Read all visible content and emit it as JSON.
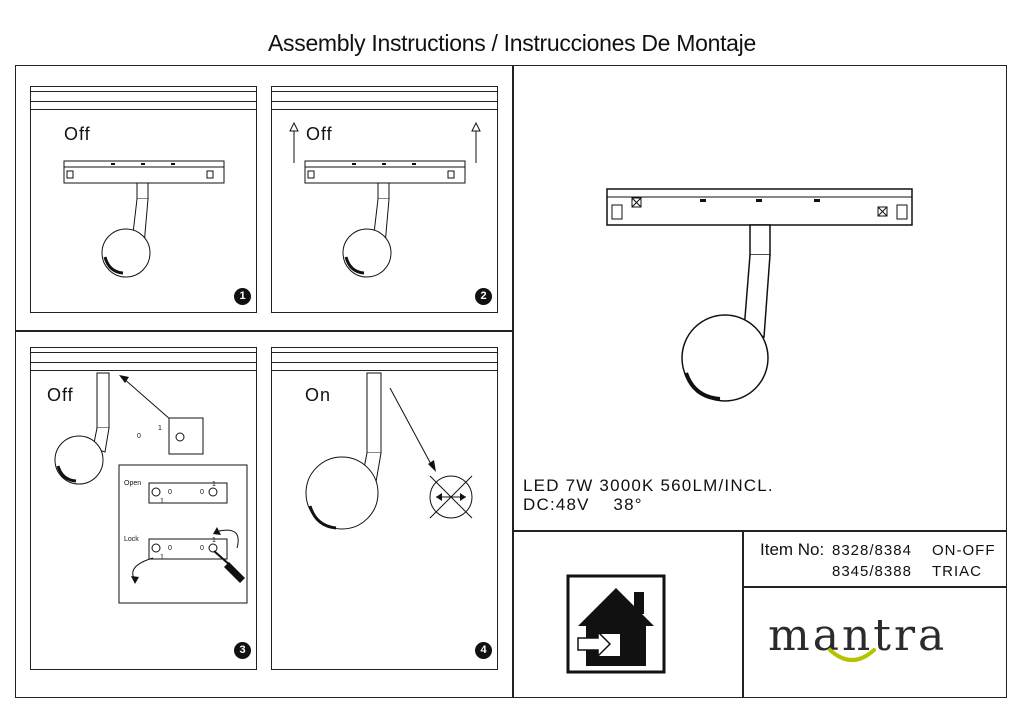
{
  "document": {
    "title": "Assembly Instructions / Instrucciones De Montaje"
  },
  "steps": [
    {
      "label": "Off",
      "number": "1"
    },
    {
      "label": "Off",
      "number": "2"
    },
    {
      "label": "Off",
      "number": "3",
      "detail_open": "Open",
      "detail_lock": "Lock"
    },
    {
      "label": "On",
      "number": "4"
    }
  ],
  "specs": {
    "line1": "LED 7W 3000K 560LM/INCL.",
    "line2": "DC:48V    38°"
  },
  "item": {
    "label": "Item No:",
    "code1": "8328/8384",
    "type1": "ON-OFF",
    "code2": "8345/8388",
    "type2": "TRIAC"
  },
  "switch_marks": {
    "one": "1",
    "zero": "0"
  },
  "brand": {
    "name": "mantra",
    "accent_color": "#b5c400"
  },
  "icons": [
    "indoor-use-house-icon",
    "no-direct-light-icon",
    "rotate-arrow-icon",
    "screwdriver-icon"
  ]
}
